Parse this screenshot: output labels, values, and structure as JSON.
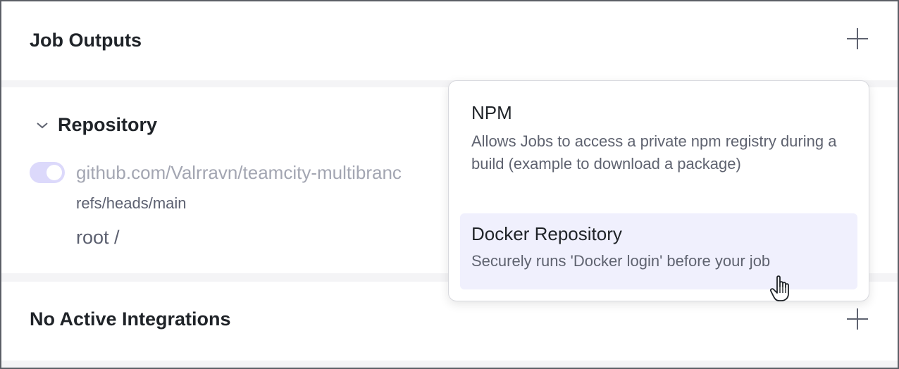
{
  "sections": {
    "job_outputs": {
      "title": "Job Outputs",
      "add_icon": "plus-icon"
    },
    "repository": {
      "title": "Repository",
      "collapse_icon": "chevron-down-icon",
      "toggle_enabled": true,
      "url": "github.com/Valrravn/teamcity-multibranc",
      "branch": "refs/heads/main",
      "root": "root /"
    },
    "integrations": {
      "title": "No Active Integrations",
      "add_icon": "plus-icon"
    }
  },
  "dropdown": {
    "items": [
      {
        "title": "NPM",
        "description": "Allows Jobs to access a private npm registry during a build (example to download a package)"
      },
      {
        "title": "Docker Repository",
        "description": "Securely runs 'Docker login' before your job",
        "hovered": true
      }
    ]
  },
  "colors": {
    "accent_toggle": "#dcd9fb",
    "hover_bg": "#f0f0fd",
    "muted_text": "#a3a6b2"
  }
}
